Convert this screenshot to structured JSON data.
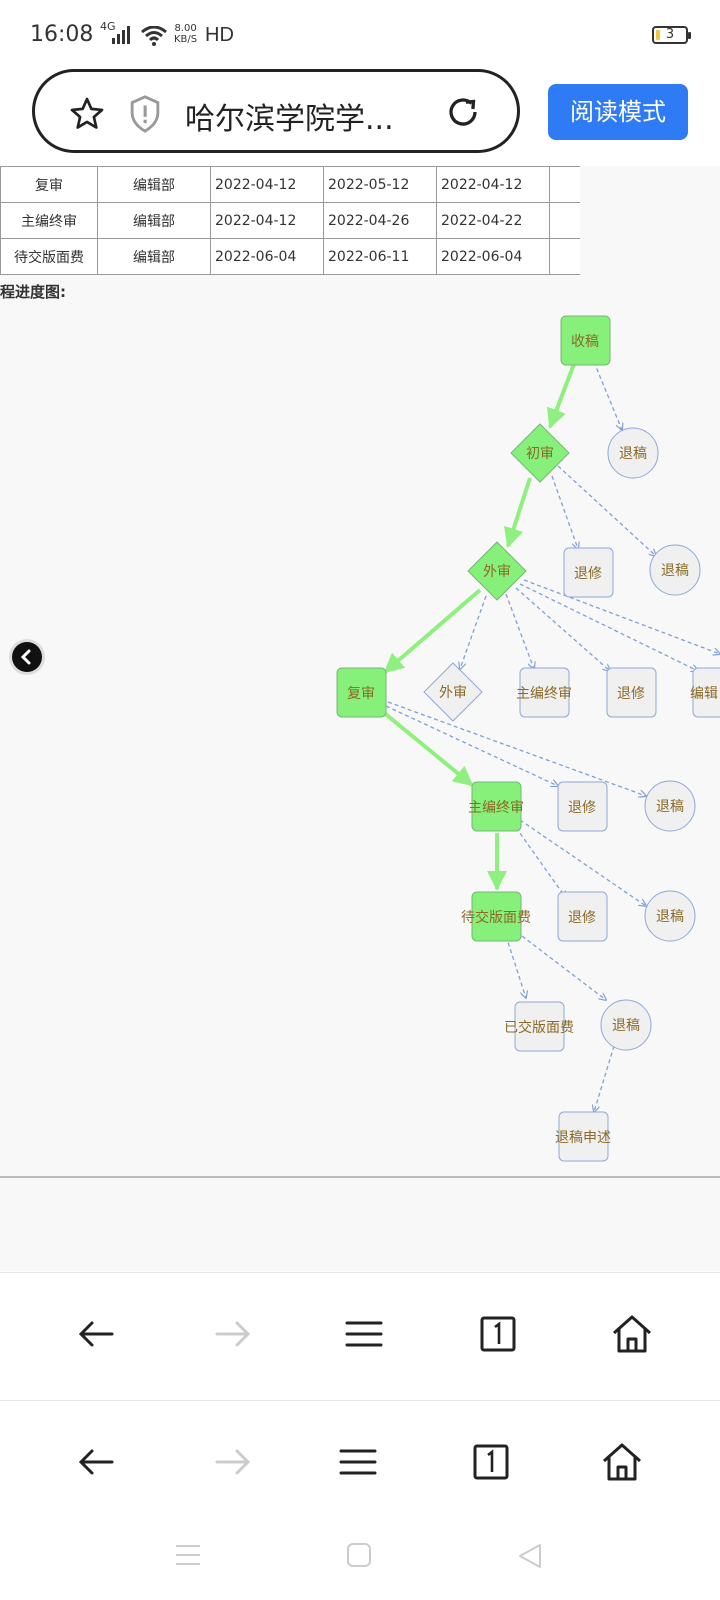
{
  "status": {
    "time": "16:08",
    "network": "4G",
    "speed_value": "8.00",
    "speed_unit": "KB/S",
    "hd": "HD",
    "battery": "3"
  },
  "browser": {
    "page_title": "哈尔滨学院学...",
    "reader_mode": "阅读模式"
  },
  "table": {
    "rows": [
      {
        "stage": "复审",
        "dept": "编辑部",
        "d1": "2022-04-12",
        "d2": "2022-05-12",
        "d3": "2022-04-12"
      },
      {
        "stage": "主编终审",
        "dept": "编辑部",
        "d1": "2022-04-12",
        "d2": "2022-04-26",
        "d3": "2022-04-22"
      },
      {
        "stage": "待交版面费",
        "dept": "编辑部",
        "d1": "2022-06-04",
        "d2": "2022-06-11",
        "d3": "2022-06-04"
      }
    ]
  },
  "progress_label": "程进度图:",
  "flow": {
    "receive": "收稿",
    "initial_review": "初审",
    "external_review": "外审",
    "re_review": "复审",
    "chief_review": "主编终审",
    "pending_fee": "待交版面费",
    "reject": "退稿",
    "revise": "退修",
    "external_review_2": "外审",
    "chief_review_2": "主编终审",
    "editor_truncated": "编辑",
    "paid_fee": "已交版面费",
    "reject_appeal": "退稿申述"
  },
  "colors": {
    "accent": "#2f7bf5",
    "active_node": "#86f07a",
    "active_edge": "#8ff07f",
    "inactive_node": "#f0f0f0",
    "inactive_border": "#8fa8d8",
    "node_text": "#8a6a28"
  }
}
